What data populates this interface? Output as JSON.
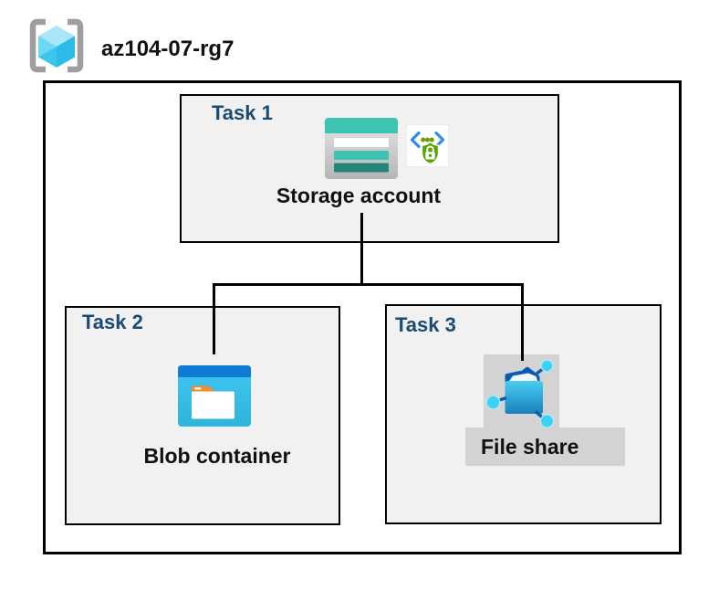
{
  "header": {
    "title": "az104-07-rg7",
    "icon": "resource-group-icon"
  },
  "tasks": [
    {
      "label": "Task 1",
      "resource": "Storage account",
      "icons": [
        "storage-account-icon",
        "shared-access-signature-icon"
      ]
    },
    {
      "label": "Task 2",
      "resource": "Blob container",
      "icons": [
        "blob-container-icon"
      ]
    },
    {
      "label": "Task 3",
      "resource": "File share",
      "icons": [
        "file-share-icon"
      ],
      "highlighted": true
    }
  ],
  "connections": [
    {
      "from": "Storage account",
      "to": "Blob container"
    },
    {
      "from": "Storage account",
      "to": "File share"
    }
  ],
  "colors": {
    "task_label_navy": "#1b4a73",
    "task_box_fill": "#f1f1f1",
    "outline_black": "#000000",
    "file_share_highlight_gray": "#d3d3d3",
    "storage_teal": "#3cc3b2",
    "storage_teal_dark": "#25847a",
    "blob_header_blue": "#0f7bd7",
    "blob_body_cyan": "#3bc4f1",
    "folder_orange_tab": "#f78d2a",
    "fileshare_folder_dark_blue": "#0b5cb0",
    "fileshare_node_cyan": "#3ed1f7",
    "sas_bracket_blue": "#2e8deb",
    "sas_shield_green": "#57a300",
    "rg_cube_cyan": "#5fd3f4",
    "rg_bracket_gray": "#9e9e9e"
  }
}
